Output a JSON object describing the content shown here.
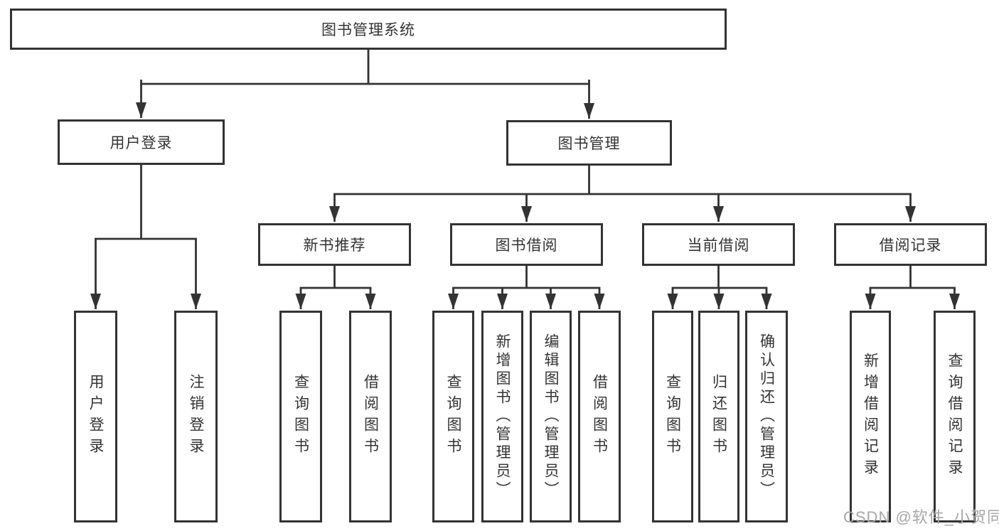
{
  "chart": {
    "root": "图书管理系统",
    "branches": [
      {
        "label": "用户登录",
        "children": [
          "用户登录",
          "注销登录"
        ]
      },
      {
        "label": "图书管理",
        "children": [
          {
            "label": "新书推荐",
            "children": [
              "查询图书",
              "借阅图书"
            ]
          },
          {
            "label": "图书借阅",
            "children": [
              "查询图书",
              "新增图书（管理员）",
              "编辑图书（管理员）",
              "借阅图书"
            ]
          },
          {
            "label": "当前借阅",
            "children": [
              "查询图书",
              "归还图书",
              "确认归还（管理员）"
            ]
          },
          {
            "label": "借阅记录",
            "children": [
              "新增借阅记录",
              "查询借阅记录"
            ]
          }
        ]
      }
    ]
  },
  "watermark": "CSDN @软件_小贺同学",
  "colors": {
    "line": "#333333",
    "box_border": "#333333",
    "text": "#333333",
    "watermark": "#a6a6a6",
    "background": "#ffffff"
  }
}
